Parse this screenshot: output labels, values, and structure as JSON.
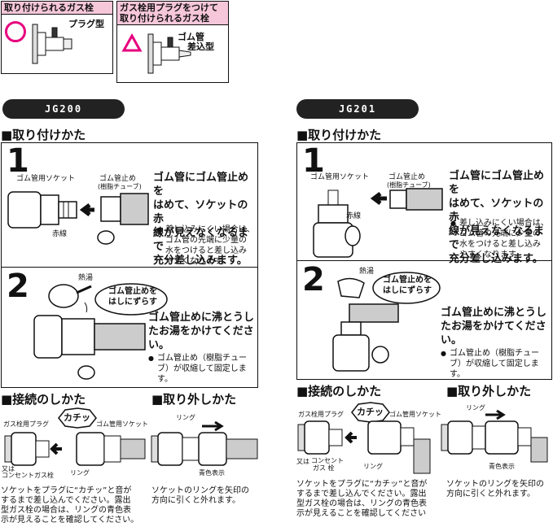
{
  "legend": {
    "ok": {
      "header": "取り付けられるガス栓",
      "symbol": "○",
      "label": "プラグ型"
    },
    "adapter": {
      "header_line1": "ガス栓用プラグをつけて",
      "header_line2": "取り付けられるガス栓",
      "symbol": "△",
      "label_line1": "ゴム管",
      "label_line2": "差込型"
    }
  },
  "colors": {
    "pink": "#f6c6d9",
    "magenta": "#e6007e"
  },
  "left": {
    "model": "JG200",
    "install_title": "■取り付けかた",
    "step1": {
      "num": "1",
      "label_socket": "ゴム管用ソケット",
      "label_stopper": "ゴム管止め",
      "label_tube": "(樹脂チューブ)",
      "label_red": "赤線",
      "text_lines": [
        "ゴム管にゴム管止めを",
        "はめて、ソケットの赤",
        "線が見えなくなるまで",
        "充分差し込みます。"
      ],
      "note_lines": [
        "差し込みにくい場合は、",
        "ゴム管の先端に少量の",
        "水をつけると差し込み",
        "やすくなります。"
      ]
    },
    "step2": {
      "num": "2",
      "label_hot": "熱湯",
      "bubble_lines": [
        "ゴム管止めを",
        "はしにずらす"
      ],
      "text_lines": [
        "ゴム管止めに沸とうし",
        "たお湯をかけてくださ",
        "い。"
      ],
      "note_lines": [
        "ゴム管止め（樹脂チュー",
        "ブ）が収縮して固定しま",
        "す。"
      ]
    },
    "connect": {
      "title": "■接続のしかた",
      "label_plug": "ガス栓用プラグ",
      "label_click": "カチッ",
      "label_socket": "ゴム管用ソケット",
      "label_or": "又は",
      "label_outlet": "コンセントガス栓",
      "label_ring": "リング",
      "text_lines": [
        "ソケットをプラグに“カチッ”と音が",
        "するまで差し込んでください。露出",
        "型ガス栓の場合は、リングの青色表",
        "示が見えることを確認してください。"
      ]
    },
    "remove": {
      "title": "■取り外しかた",
      "label_ring": "リング",
      "label_blue": "青色表示",
      "text_lines": [
        "ソケットのリングを矢印の",
        "方向に引くと外れます。"
      ]
    }
  },
  "right": {
    "model": "JG201",
    "install_title": "■取り付けかた",
    "step1": {
      "num": "1",
      "label_socket": "ゴム管用ソケット",
      "label_stopper": "ゴム管止め",
      "label_tube": "(樹脂チューブ)",
      "label_red": "赤線",
      "text_lines": [
        "ゴム管にゴム管止めを",
        "はめて、ソケットの赤",
        "線が見えなくなるまで",
        "充分差し込みます。"
      ],
      "note_lines": [
        "差し込みにくい場合は、",
        "ゴム管の先端に少量の",
        "水をつけると差し込み",
        "やすくなります。"
      ]
    },
    "step2": {
      "num": "2",
      "label_hot": "熱湯",
      "bubble_lines": [
        "ゴム管止めを",
        "はしにずらす"
      ],
      "text_lines": [
        "ゴム管止めに沸とうし",
        "たお湯をかけてくださ",
        "い。"
      ],
      "note_lines": [
        "ゴム管止め（樹脂チュー",
        "ブ）が収縮して固定しま",
        "す。"
      ]
    },
    "connect": {
      "title": "■接続のしかた",
      "label_plug": "ガス栓用プラグ",
      "label_click": "カチッ",
      "label_socket": "ゴム管用ソケット",
      "label_or": "又は",
      "label_outlet_1": "コンセント",
      "label_outlet_2": "ガス 栓",
      "label_ring": "リング",
      "text_lines": [
        "ソケットをプラグに“カチッ”と音が",
        "するまで差し込んでください。露出",
        "型ガス栓の場合は、リングの青色表",
        "示が見えることを確認してください"
      ]
    },
    "remove": {
      "title": "■取り外しかた",
      "label_ring": "リング",
      "label_blue": "青色表示",
      "text_lines": [
        "ソケットのリングを矢印の",
        "方向に引くと外れます。"
      ]
    }
  }
}
